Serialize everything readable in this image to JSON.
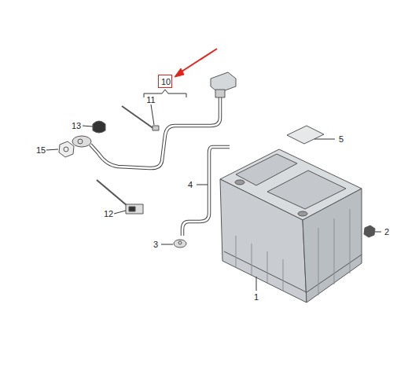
{
  "diagram": {
    "nodes": [
      {
        "text": [
          "10"
        ]
      }
    ],
    "edges": [],
    "labels": [
      "11",
      "13",
      "5",
      "15",
      "4",
      "12",
      "2",
      "3",
      "1"
    ]
  }
}
